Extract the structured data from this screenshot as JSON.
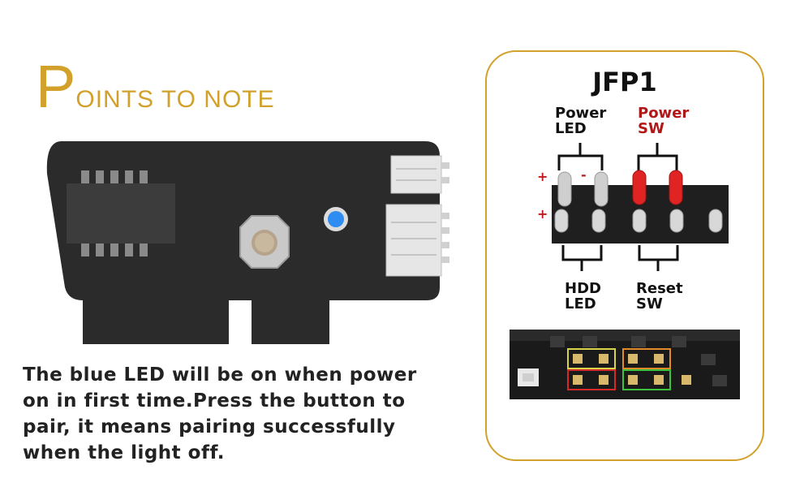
{
  "heading": {
    "big_letter": "P",
    "rest": "OINTS TO NOTE"
  },
  "description": [
    "The blue LED will be on when power",
    "on in first time.Press the button to",
    "pair, it means pairing successfully",
    "when the light off."
  ],
  "jfp": {
    "title": "JFP1",
    "labels": {
      "power_led_1": "Power",
      "power_led_2": "LED",
      "power_sw_1": "Power",
      "power_sw_2": "SW",
      "hdd_led_1": "HDD",
      "hdd_led_2": "LED",
      "reset_sw_1": "Reset",
      "reset_sw_2": "SW"
    },
    "signs": {
      "plus_top": "+",
      "minus_top": "-",
      "plus_bottom": "+",
      "minus_bottom": "-"
    }
  },
  "colors": {
    "accent_gold": "#d2a12b",
    "led_blue": "#2f8cf0",
    "pin_red": "#e02424",
    "label_red": "#b01818",
    "board": "#2b2b2b",
    "gold_finger": "#b79c7c"
  }
}
